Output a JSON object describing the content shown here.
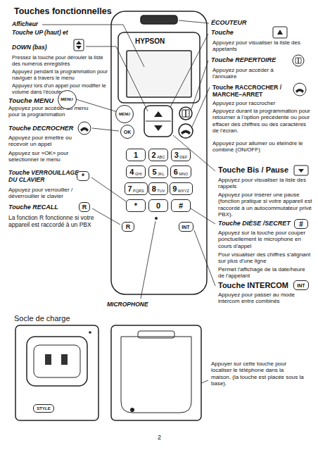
{
  "diagram": {
    "title": "Touches fonctionnelles",
    "nodes": [
      {
        "text": [
          "MENU"
        ]
      },
      {
        "text": [
          "MENU"
        ]
      },
      {
        "text": [
          "OK"
        ]
      },
      {
        "text": [
          "1"
        ]
      },
      {
        "text": [
          "2",
          "ABC"
        ]
      },
      {
        "text": [
          "3",
          "DEF"
        ]
      },
      {
        "text": [
          "4",
          "GHI"
        ]
      },
      {
        "text": [
          "5",
          "JKL"
        ]
      },
      {
        "text": [
          "6",
          "MNO"
        ]
      },
      {
        "text": [
          "7",
          "PQRS"
        ]
      },
      {
        "text": [
          "8",
          "TUV"
        ]
      },
      {
        "text": [
          "9",
          "WXYZ"
        ]
      },
      {
        "text": [
          "*"
        ]
      },
      {
        "text": [
          "*"
        ]
      },
      {
        "text": [
          "0"
        ]
      },
      {
        "text": [
          "#"
        ]
      },
      {
        "text": [
          "R"
        ]
      },
      {
        "text": [
          "R"
        ]
      },
      {
        "text": [
          "#"
        ]
      },
      {
        "text": [
          "INT"
        ]
      },
      {
        "text": [
          "INT"
        ]
      },
      {
        "text": [
          "STYLE"
        ]
      }
    ],
    "labels": [
      "Afficheur",
      "Touche UP (haut) et",
      "DOWN (bas)",
      "Pressez la touche pour dérouler la liste des numéros enregistrés",
      "Appuyez pendant la programmation pour naviguer à travers le menu",
      "Appuyez lors d'un appel pour modifier le volume dans l'écouteur",
      "Touche MENU",
      "Appuyez pour accéder au menu pour la programmation",
      "Touche DECROCHER",
      "Appuyez pour émettre ou recevoir un appel",
      "Appuyez sur «OK» pour sélectionner le menu",
      "Touche VERROUILLAGE DU CLAVIER",
      "Appuyez pour verrouiller / déverrouiller le clavier",
      "Touche RECALL",
      "La fonction R fonctionne si votre appareil est raccordé à un PBX",
      "ÉCOUTEUR",
      "Touche",
      "Appuyez pour visualiser la liste des appelants",
      "Touche REPERTOIRE",
      "Appuyez pour accéder à l'annuaire",
      "Touche RACCROCHER / MARCHE–ARRET",
      "Appuyez pour raccrocher",
      "Appuyez durant la programmation pour retourner à l'option précédente ou pour effacer des chiffres ou des caractères de l'écran.",
      "Appuyez pour allumer ou éteindre le combiné (ON/OFF)",
      "Touche Bis / Pause",
      "Appuyez pour visualiser la liste des rappels",
      "Appuyez pour insérer une pause (fonction pratique si votre appareil est raccordé à un autocommutateur privé PBX).",
      "Touche DIÈSE /SECRET",
      "Appuyez sur la touche pour couper ponctuellement le microphone en cours d'appel",
      "Pour visualiser des chiffres s'alignant sur plus d'une ligne",
      "Permet l'affichage de la date/heure de l'appelant",
      "Touche INTERCOM",
      "Appuyez pour passer au mode intercom entre combinés",
      "MICROPHONE",
      "Socle de charge",
      "Appuyer sur cette touche pour localiser le téléphone dans la maison. (la touche est placée sous la base).",
      "2",
      "HYPSON"
    ]
  }
}
